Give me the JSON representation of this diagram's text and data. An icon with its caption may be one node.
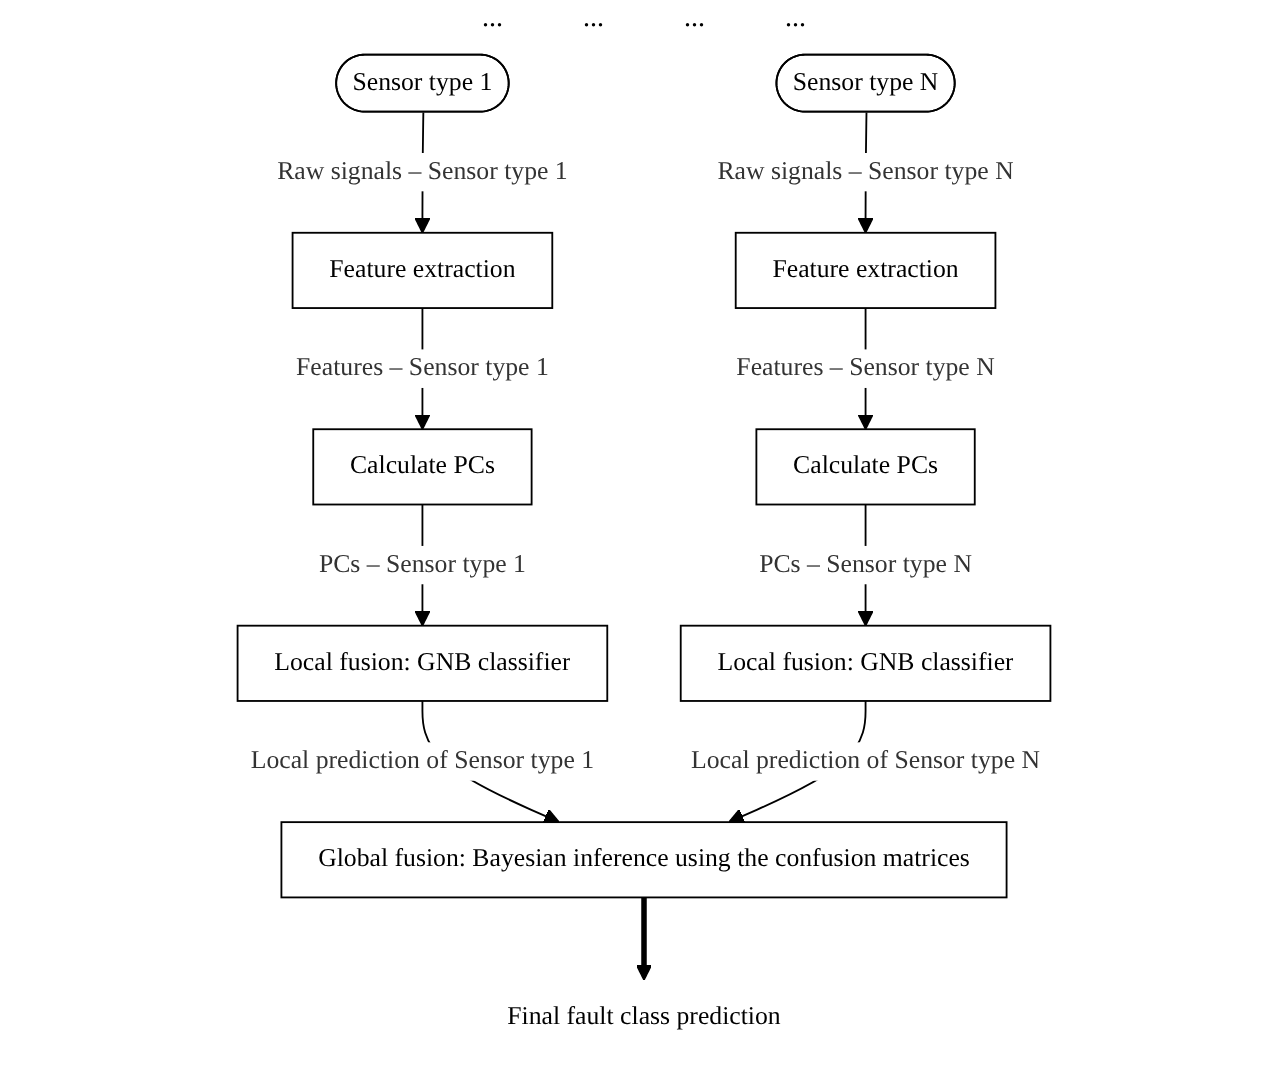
{
  "diagram": {
    "nodes": [
      {
        "text": [
          "Sensor type 1"
        ]
      },
      {
        "text": [
          "Sensor type N"
        ]
      },
      {
        "text": [
          "Feature extraction"
        ]
      },
      {
        "text": [
          "Feature extraction"
        ]
      },
      {
        "text": [
          "Calculate PCs"
        ]
      },
      {
        "text": [
          "Calculate PCs"
        ]
      },
      {
        "text": [
          "Local fusion: GNB classifier"
        ]
      },
      {
        "text": [
          "Local fusion: GNB classifier"
        ]
      },
      {
        "text": [
          "Global fusion: Bayesian inference using the confusion matrices"
        ]
      },
      {
        "text": [
          "Final fault class prediction"
        ]
      }
    ],
    "edges": [
      {
        "from": 0,
        "to": 2,
        "arrow": "to",
        "label": "Raw signals – Sensor type 1"
      },
      {
        "from": 1,
        "to": 3,
        "arrow": "to",
        "label": "Raw signals – Sensor type N"
      },
      {
        "from": 2,
        "to": 4,
        "arrow": "to",
        "label": "Features – Sensor type 1"
      },
      {
        "from": 3,
        "to": 5,
        "arrow": "to",
        "label": "Features – Sensor type N"
      },
      {
        "from": 4,
        "to": 6,
        "arrow": "to",
        "label": "PCs – Sensor type 1"
      },
      {
        "from": 5,
        "to": 7,
        "arrow": "to",
        "label": "PCs – Sensor type N"
      },
      {
        "from": 6,
        "to": 8,
        "arrow": "to",
        "label": "Local prediction of Sensor type 1"
      },
      {
        "from": 7,
        "to": 8,
        "arrow": "to",
        "label": "Local prediction of Sensor type N"
      },
      {
        "from": 8,
        "to": 9,
        "arrow": "to",
        "style": "thick"
      }
    ],
    "labels": [
      "...",
      "...",
      "...",
      "..."
    ]
  }
}
